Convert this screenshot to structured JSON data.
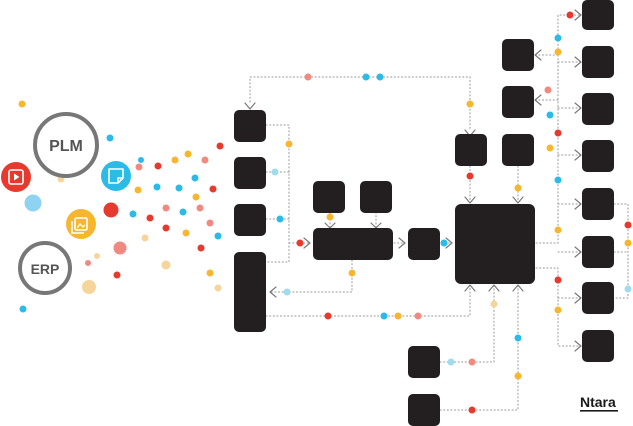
{
  "systems": [
    {
      "label": "PLM"
    },
    {
      "label": "ERP"
    }
  ],
  "source_icons": [
    "video-play-icon",
    "sticky-note-icon",
    "image-gallery-icon"
  ],
  "brand": {
    "name": "Ntara"
  },
  "colors": {
    "box": "#231f20",
    "connector": "#9a9a9a",
    "red": "#e63a2e",
    "blue": "#2bbbe6",
    "yellow": "#f6b630",
    "pink": "#f08a80",
    "ring": "#777777"
  }
}
